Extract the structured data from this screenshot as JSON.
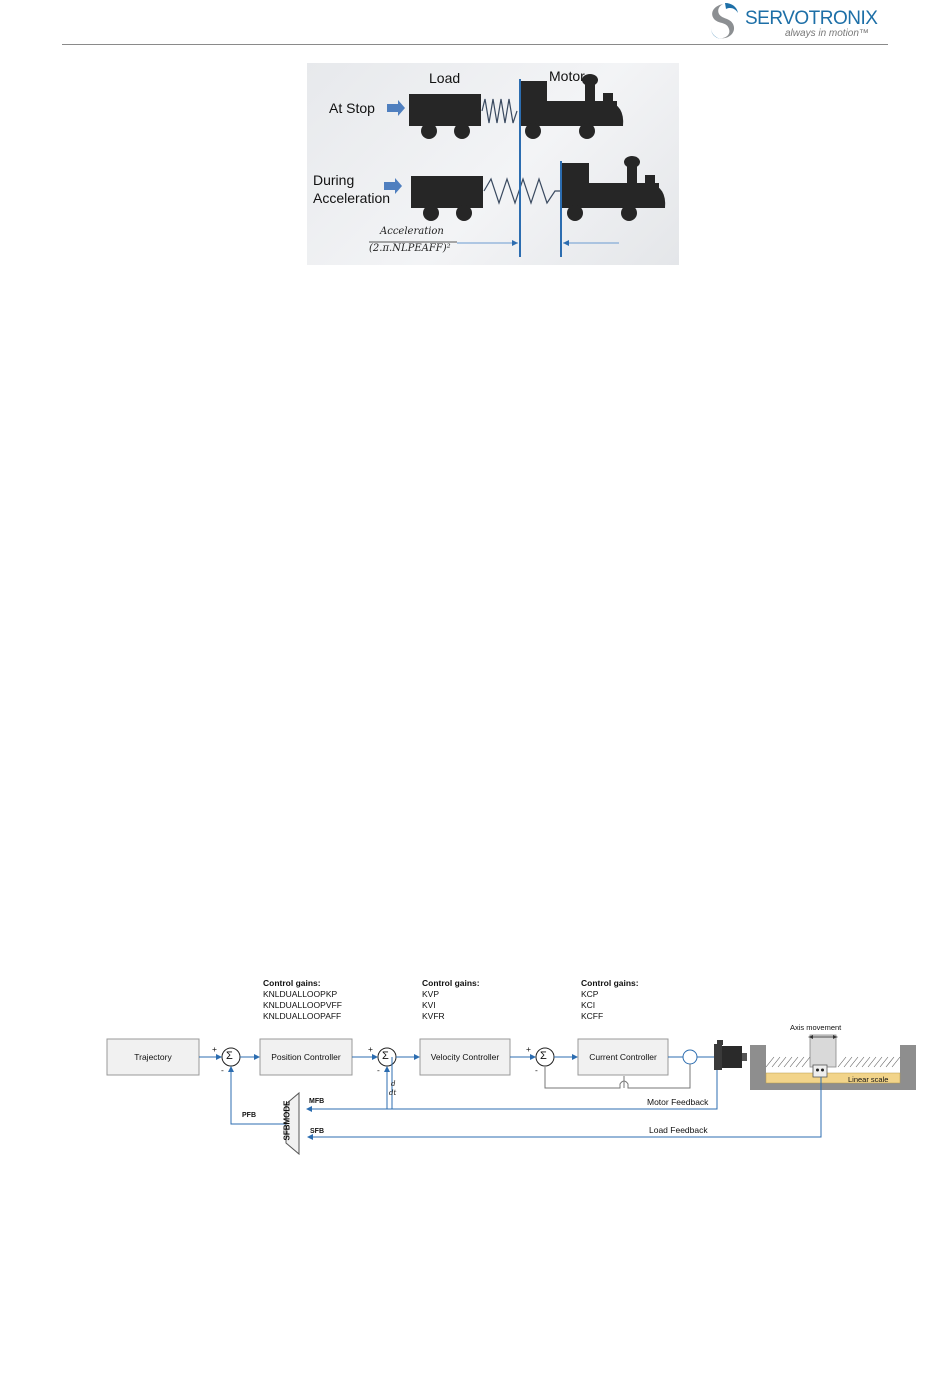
{
  "header": {
    "brand": "SERVOTRONIX",
    "tagline": "always in motion™"
  },
  "figure1": {
    "label_load": "Load",
    "label_motor": "Motor",
    "label_at_stop": "At Stop",
    "label_during_line1": "During",
    "label_during_line2": "Acceleration",
    "formula_numerator": "Acceleration",
    "formula_denominator": "(2.π.NLPEAFF)²"
  },
  "figure2": {
    "gains_position_title": "Control gains:",
    "gains_position": [
      "KNLDUALLOOPKP",
      "KNLDUALLOOPVFF",
      "KNLDUALLOOPAFF"
    ],
    "gains_velocity_title": "Control gains:",
    "gains_velocity": [
      "KVP",
      "KVI",
      "KVFR"
    ],
    "gains_current_title": "Control gains:",
    "gains_current": [
      "KCP",
      "KCI",
      "KCFF"
    ],
    "block_trajectory": "Trajectory",
    "block_position": "Position Controller",
    "block_velocity": "Velocity Controller",
    "block_current": "Current Controller",
    "sum_symbol": "Σ",
    "plus": "+",
    "minus": "-",
    "derivative_top": "d",
    "derivative_bottom": "dt",
    "mux_label": "SFBMODE",
    "label_pfb": "PFB",
    "label_mfb": "MFB",
    "label_sfb": "SFB",
    "label_motor_feedback": "Motor Feedback",
    "label_load_feedback": "Load Feedback",
    "label_axis_movement": "Axis movement",
    "label_linear_scale": "Linear scale"
  }
}
